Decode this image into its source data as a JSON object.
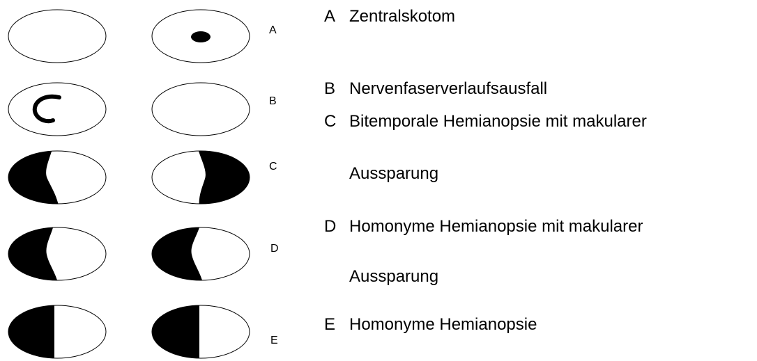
{
  "rows": [
    {
      "letter": "A",
      "label": "Zentralskotom"
    },
    {
      "letter": "B",
      "label": "Nervenfaserverlaufsausfall"
    },
    {
      "letter": "C",
      "label": "Bitemporale Hemianopsie mit makularer",
      "continuation": "Aussparung"
    },
    {
      "letter": "D",
      "label": "Homonyme Hemianopsie mit makularer",
      "continuation": "Aussparung"
    },
    {
      "letter": "E",
      "label": "Homonyme Hemianopsie"
    }
  ],
  "colors": {
    "outline": "#000000",
    "defect": "#000000",
    "background": "#ffffff"
  }
}
